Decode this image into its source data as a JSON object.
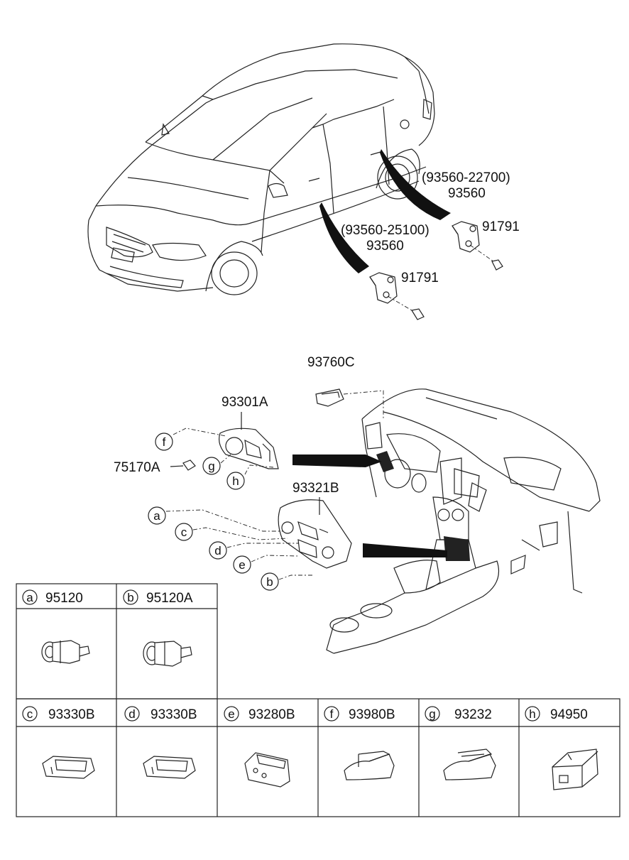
{
  "car_callouts": {
    "rear_door_alt": "(93560-22700)",
    "rear_door_part": "93560",
    "rear_door_screw": "91791",
    "front_door_alt": "(93560-25100)",
    "front_door_part": "93560",
    "front_door_screw": "91791"
  },
  "dash_callouts": {
    "switch_93760c": "93760C",
    "panel_93301a": "93301A",
    "part_75170a": "75170A",
    "panel_93321b": "93321B"
  },
  "bubbles": {
    "a": "a",
    "b": "b",
    "c": "c",
    "d": "d",
    "e": "e",
    "f": "f",
    "g": "g",
    "h": "h"
  },
  "legend": {
    "row1": [
      {
        "letter": "a",
        "part": "95120"
      },
      {
        "letter": "b",
        "part": "95120A"
      }
    ],
    "row2": [
      {
        "letter": "c",
        "part": "93330B"
      },
      {
        "letter": "d",
        "part": "93330B"
      },
      {
        "letter": "e",
        "part": "93280B"
      },
      {
        "letter": "f",
        "part": "93980B"
      },
      {
        "letter": "g",
        "part": "93232"
      },
      {
        "letter": "h",
        "part": "94950"
      }
    ]
  }
}
